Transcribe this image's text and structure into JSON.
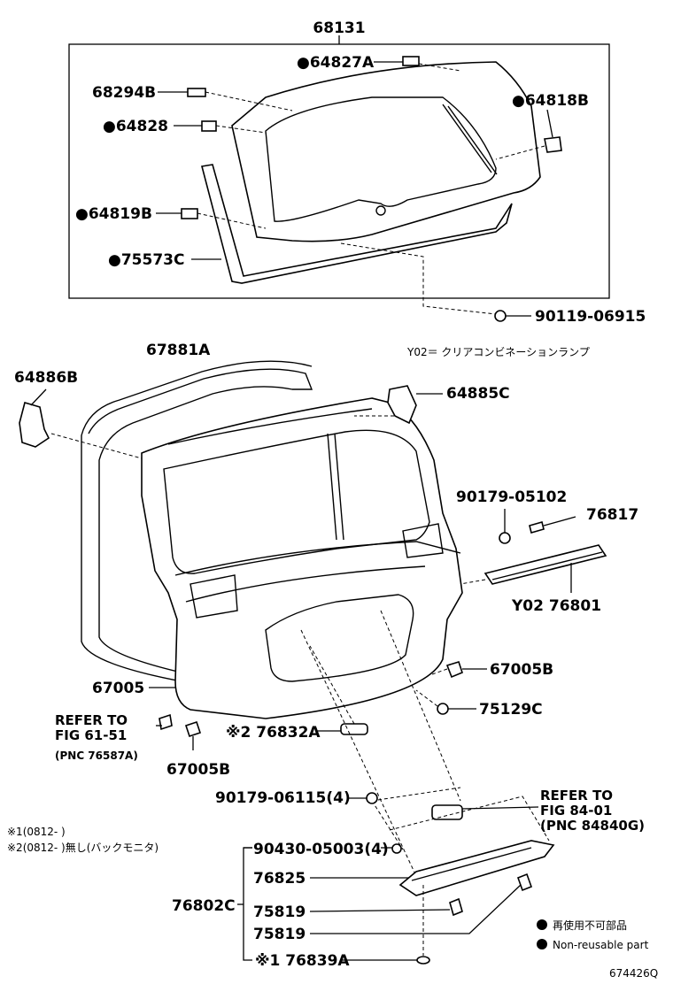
{
  "diagram": {
    "labels": {
      "glass": "68131",
      "p64827A": "●64827A",
      "p68294B": "68294B",
      "p64818B": "●64818B",
      "p64828": "●64828",
      "p64819B": "●64819B",
      "p75573C": "●75573C",
      "p90119": "90119-06915",
      "p67881A": "67881A",
      "y02_note": "Y02＝ クリアコンビネーションランプ",
      "p64886B": "64886B",
      "p64885C": "64885C",
      "p90179_05102": "90179-05102",
      "p76817": "76817",
      "p76801": "Y02 76801",
      "p67005": "67005",
      "p67005B_r": "67005B",
      "p75129C": "75129C",
      "refer1_l1": "REFER TO",
      "refer1_l2": "FIG 61-51",
      "refer1_l3": "(PNC 76587A)",
      "p76832A": "※2 76832A",
      "p67005B_b": "67005B",
      "p90179_06115": "90179-06115(4)",
      "refer2_l1": "REFER TO",
      "refer2_l2": "FIG 84-01",
      "refer2_l3": "(PNC 84840G)",
      "note1": "※1(0812-    )",
      "note2": "※2(0812-    )無し(バックモニタ)",
      "p90430": "90430-05003(4)",
      "p76825": "76825",
      "p76802C": "76802C",
      "p75819a": "75819",
      "p75819b": "75819",
      "p76839A": "※1 76839A",
      "legend1": "再使用不可部品",
      "legend2": "Non-reusable part",
      "code": "674426Q"
    }
  }
}
